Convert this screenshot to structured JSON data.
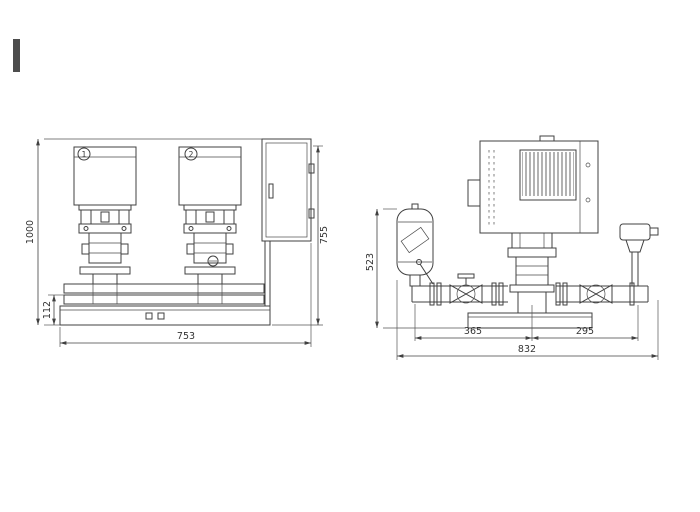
{
  "drawing": {
    "type": "dimensional-drawing",
    "line_color": "#404040",
    "front_view": {
      "pump1_label": "1",
      "pump2_label": "2",
      "dim_total_height": "1000",
      "dim_base_height": "112",
      "dim_overall_width": "753",
      "dim_unit_height": "755"
    },
    "side_view": {
      "dim_group_height": "523",
      "dim_tank_to_pump": "365",
      "dim_pump_to_port": "295",
      "dim_overall_depth": "832"
    }
  }
}
